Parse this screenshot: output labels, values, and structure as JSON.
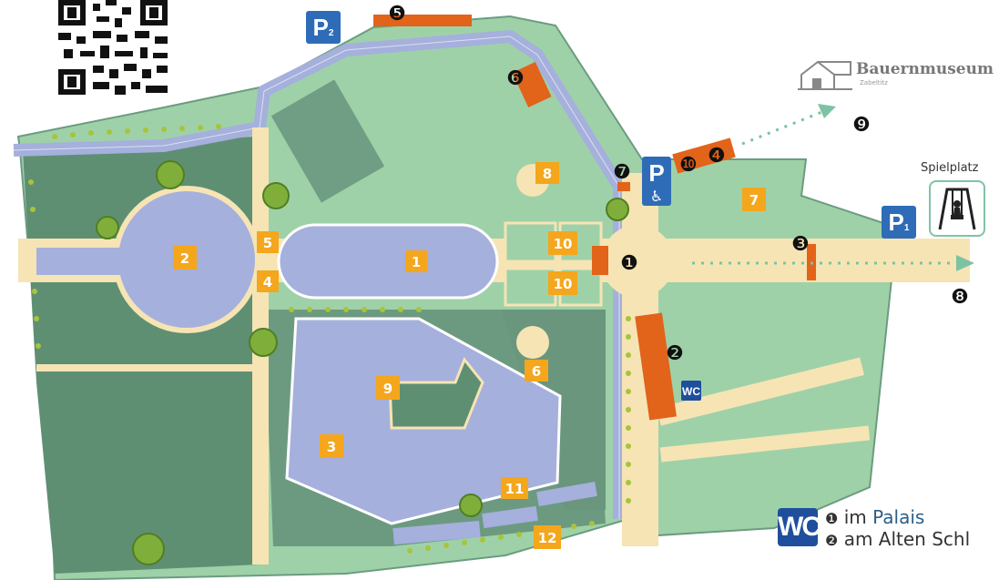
{
  "colors": {
    "meadow": "#9fd1a8",
    "dark_green": "#5f8f73",
    "water": "#a5b0dc",
    "path": "#f6e4b4",
    "building": "#e2631a",
    "label_orange": "#f4a61d",
    "parking_blue": "#2f6cb8",
    "wc_blue": "#1f4f9c"
  },
  "water_labels": [
    "1",
    "2",
    "3",
    "4",
    "5",
    "6",
    "7",
    "8",
    "9",
    "10",
    "10",
    "11",
    "12"
  ],
  "building_markers": [
    "❶",
    "❷",
    "❸",
    "❹",
    "❺",
    "❻",
    "❼",
    "❽",
    "❾",
    "❿"
  ],
  "parking": {
    "p1": "P",
    "p1_sub": "1",
    "p2": "P",
    "p2_sub": "2",
    "disabled": "P"
  },
  "wc": {
    "badge": "WC"
  },
  "museum": {
    "name": "Bauernmuseum",
    "sub": "Zabeltitz"
  },
  "playground": {
    "label": "Spielplatz",
    "icon": "playground-swing-icon"
  },
  "legend": {
    "marker1": "❶",
    "text1_prefix": "im ",
    "text1_place": "Palais",
    "marker2": "❷",
    "text2": "am Alten Schl"
  }
}
